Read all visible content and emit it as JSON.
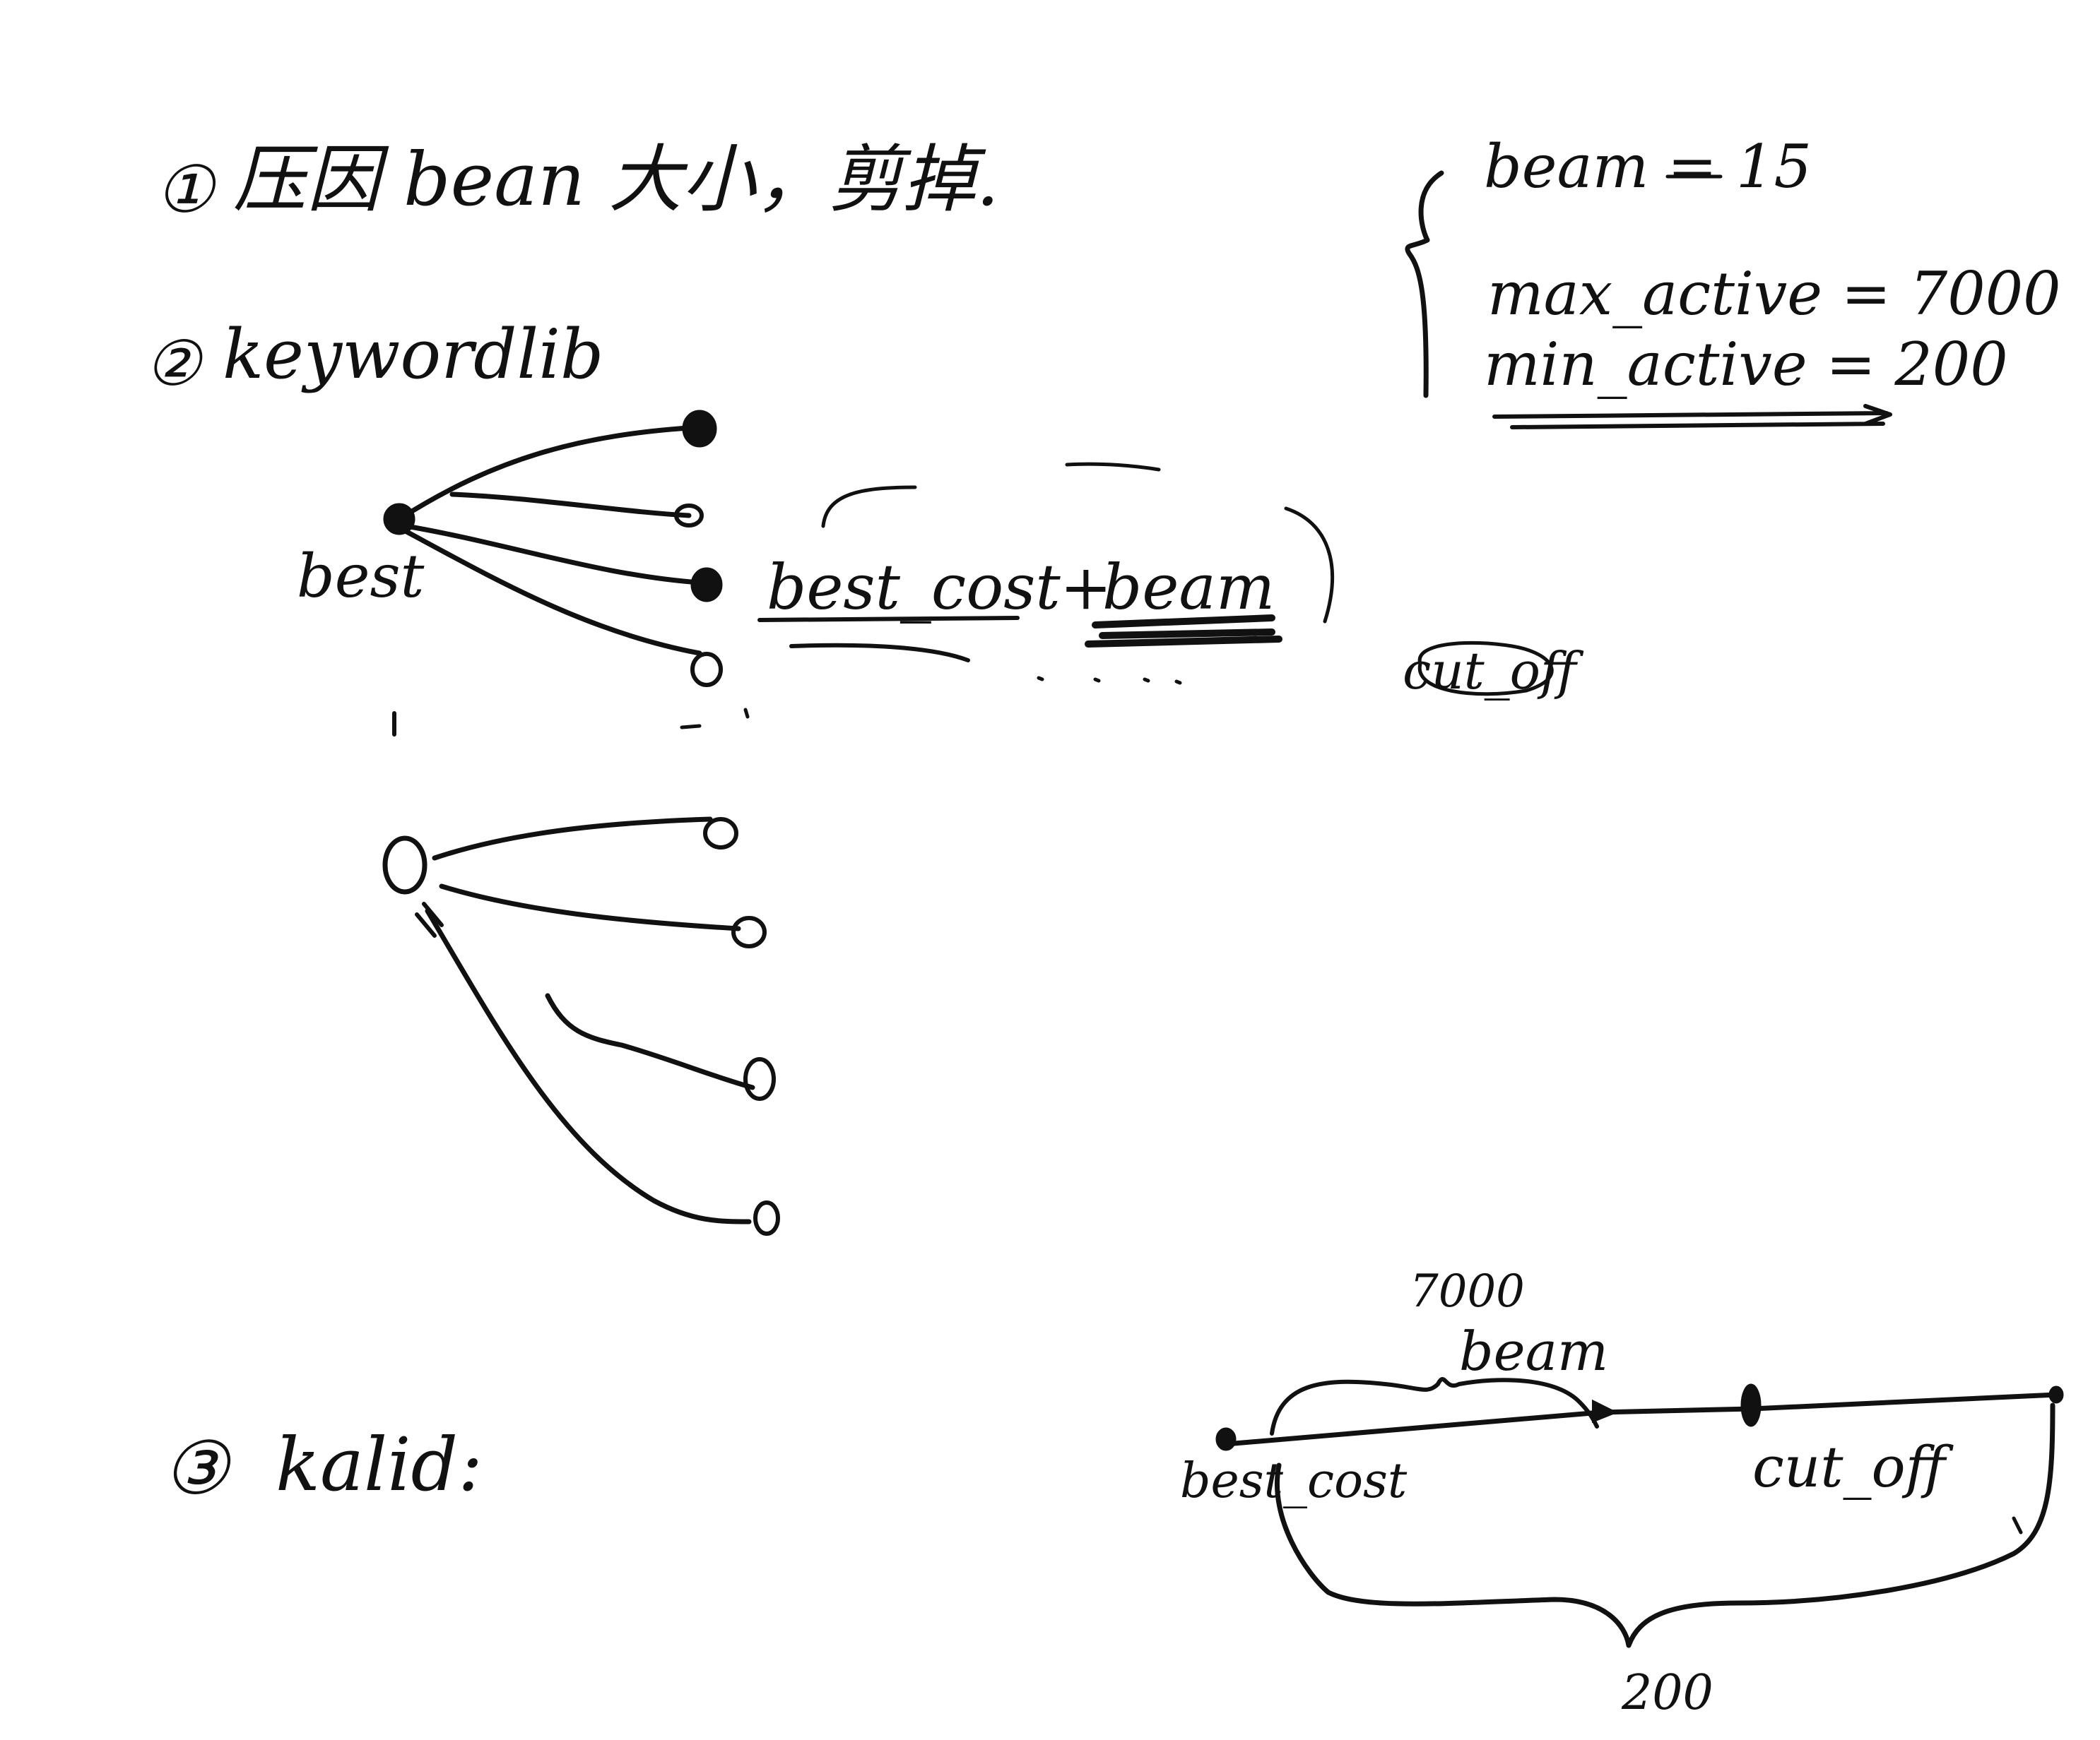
{
  "notes": {
    "item1": {
      "marker": "①",
      "text": "压因 bean 大小，剪掉."
    },
    "item2": {
      "marker": "②",
      "text": "keywordlib"
    },
    "item3": {
      "marker": "③",
      "text": "kalid:"
    }
  },
  "params": {
    "beam": "beam = 15",
    "max_active": "max_active = 7000",
    "min_active": "min_active = 200"
  },
  "tree_top": {
    "root_label": "best",
    "annotation_left": "best_cost",
    "annotation_op": "+",
    "annotation_right": "beam",
    "side_label": "cut_off"
  },
  "axis": {
    "top_value": "7000",
    "top_label": "beam",
    "left_label": "best_cost",
    "right_label": "cut_off",
    "bottom_value": "200"
  },
  "colors": {
    "ink": "#111111",
    "paper": "#ffffff"
  }
}
